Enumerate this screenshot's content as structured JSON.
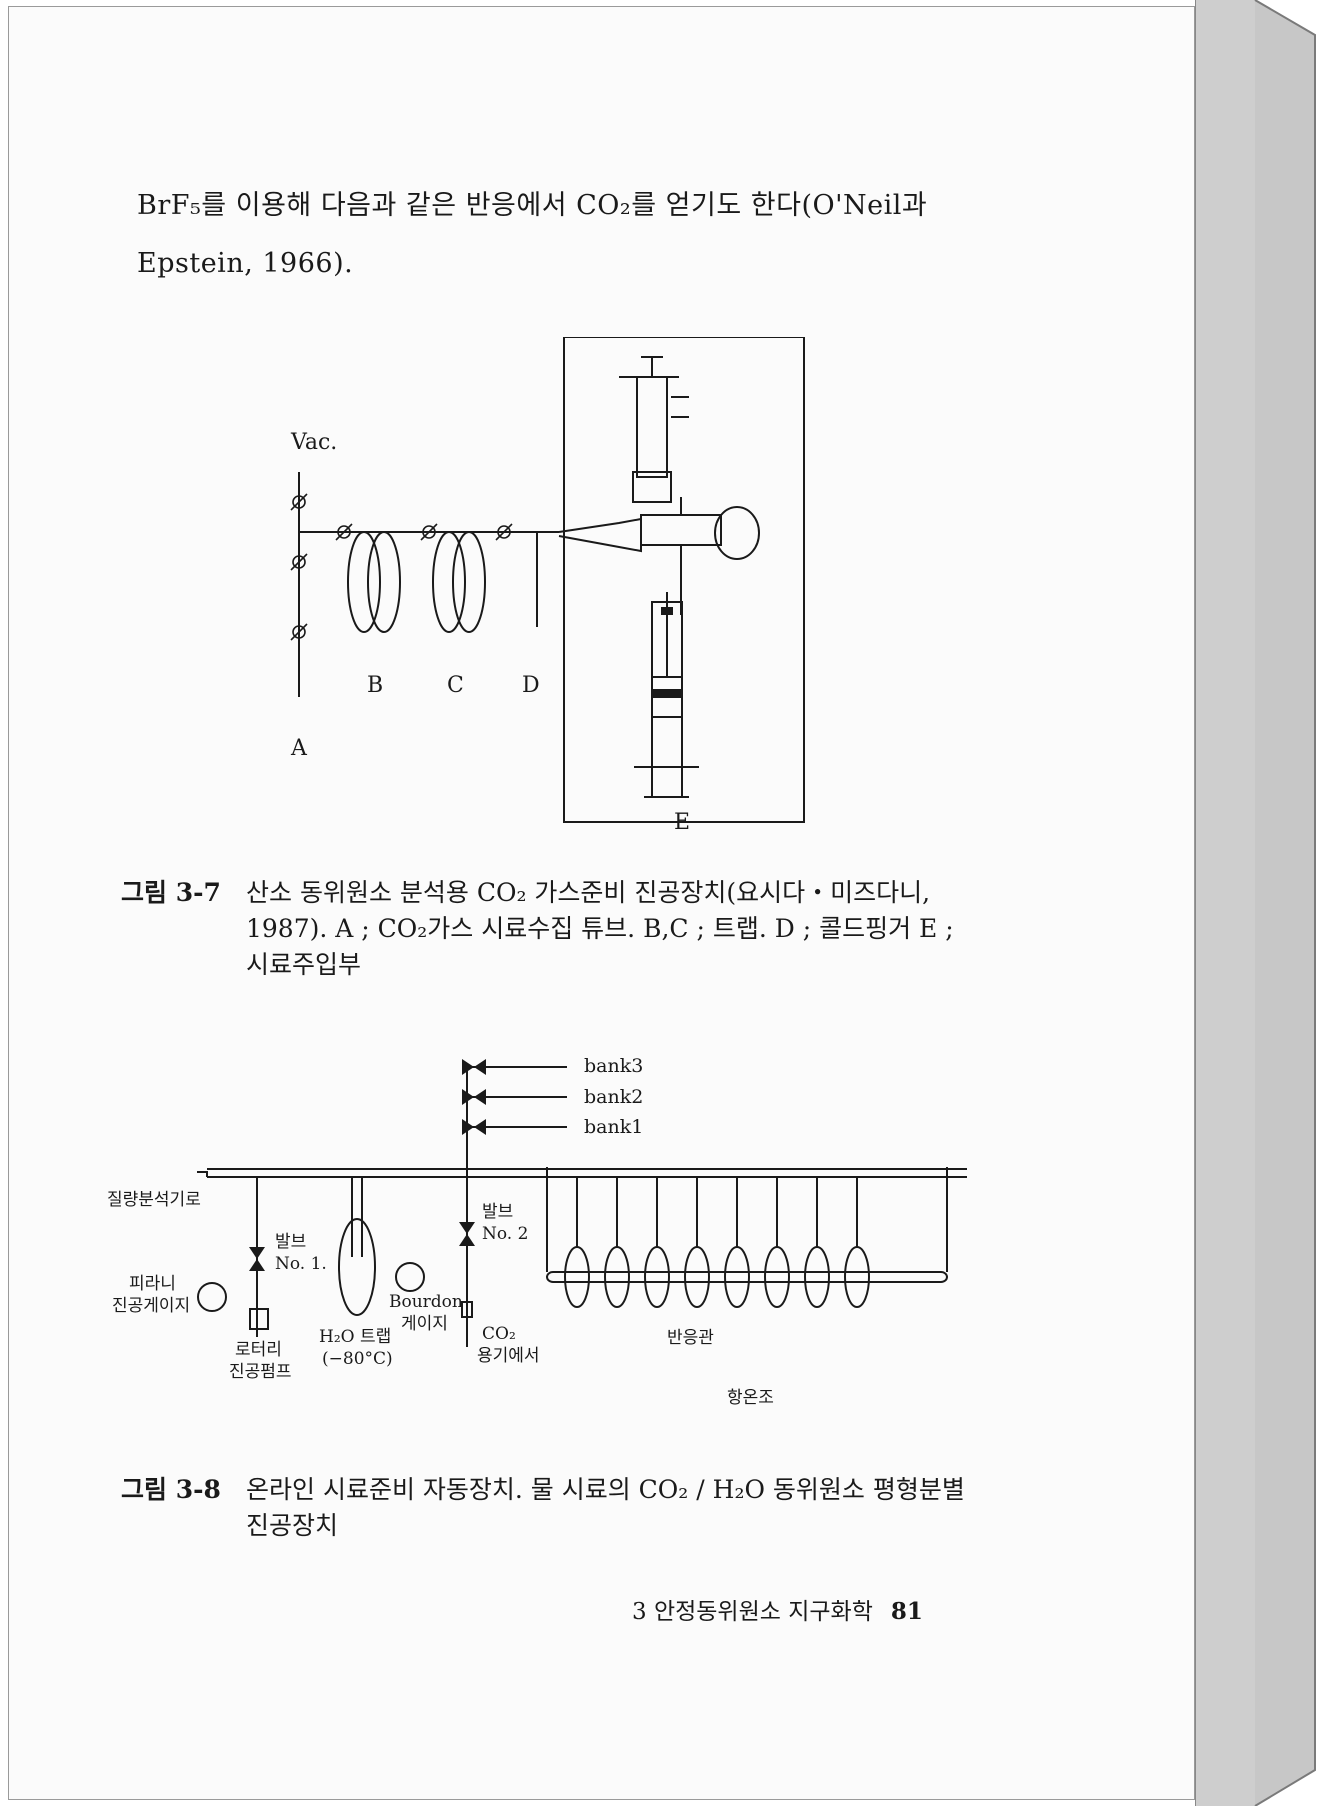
{
  "body_text": "BrF₅를 이용해 다음과 같은 반응에서 CO₂를 얻기도 한다(O'Neil과 Epstein, 1966).",
  "figure_3_7": {
    "labels": {
      "vac": "Vac.",
      "a": "A",
      "b": "B",
      "c": "C",
      "d": "D",
      "e": "E"
    },
    "caption_label": "그림 3-7",
    "caption_text": "산소 동위원소 분석용 CO₂ 가스준비 진공장치(요시다・미즈다니, 1987). A ; CO₂가스 시료수집 튜브. B,C ; 트랩. D ; 콜드핑거 E ; 시료주입부"
  },
  "figure_3_8": {
    "labels": {
      "bank3": "bank3",
      "bank2": "bank2",
      "bank1": "bank1",
      "mass_spec": "질량분석기로",
      "valve1_a": "발브",
      "valve1_b": "No. 1.",
      "valve2_a": "발브",
      "valve2_b": "No. 2",
      "pirani_a": "피라니",
      "pirani_b": "진공게이지",
      "rotary_a": "로터리",
      "rotary_b": "진공펌프",
      "trap_a": "H₂O 트랩",
      "trap_b": "(−80°C)",
      "bourdon_a": "Bourdon",
      "bourdon_b": "게이지",
      "co2_a": "CO₂",
      "co2_b": "용기에서",
      "reaction_tube": "반응관",
      "bath": "항온조"
    },
    "caption_label": "그림 3-8",
    "caption_text": "온라인 시료준비 자동장치. 물 시료의 CO₂ / H₂O 동위원소 평형분별 진공장치"
  },
  "footer": {
    "chapter": "3 안정동위원소 지구화학",
    "page_number": "81"
  }
}
